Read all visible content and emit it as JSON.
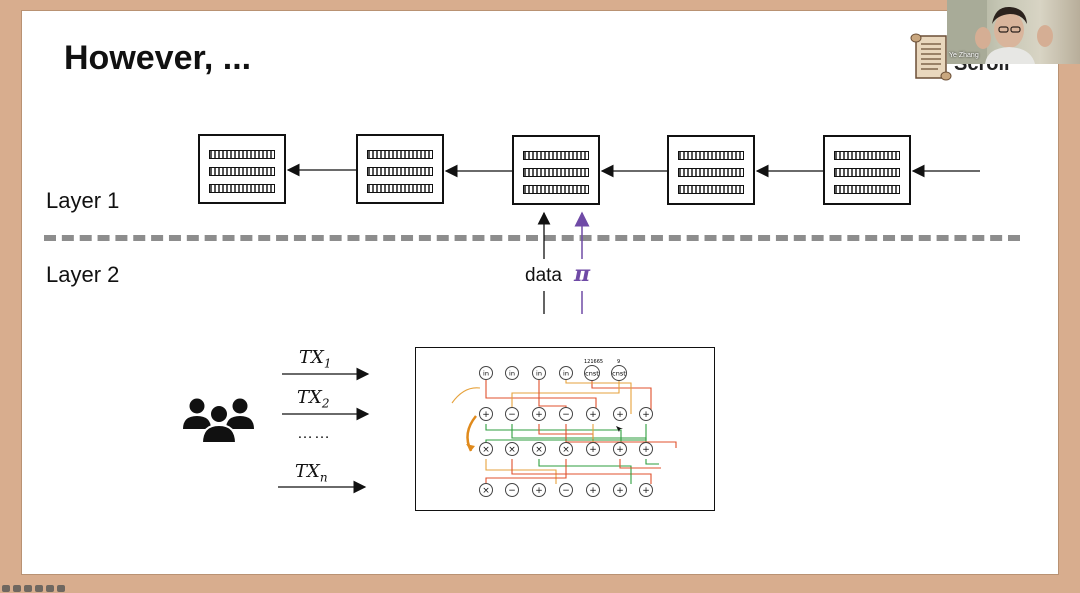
{
  "slide": {
    "title": "However, ...",
    "layer1_label": "Layer 1",
    "layer2_label": "Layer 2",
    "data_label": "data",
    "pi_label": "π",
    "tx_labels": [
      {
        "base": "TX",
        "sub": "1"
      },
      {
        "base": "TX",
        "sub": "2"
      },
      {
        "base": "TX",
        "sub": "n"
      }
    ],
    "ellipsis": "……",
    "circuit": {
      "top_row": [
        "in",
        "in",
        "in",
        "in",
        "cnst",
        "cnst"
      ],
      "annotations": [
        "121665",
        "9"
      ],
      "row2": [
        "+",
        "−",
        "+",
        "−",
        "+",
        "+",
        "+"
      ],
      "row3": [
        "×",
        "×",
        "×",
        "×",
        "+",
        "+",
        "+"
      ],
      "row4": [
        "×",
        "−",
        "+",
        "−",
        "+",
        "+",
        "+"
      ]
    },
    "scroll_text": "Scroll"
  },
  "webcam": {
    "participant_name": "Ye Zhang"
  },
  "colors": {
    "frame": "#d8ad8e",
    "pi_purple": "#6f4aa6",
    "divider": "#8d8d8d"
  }
}
